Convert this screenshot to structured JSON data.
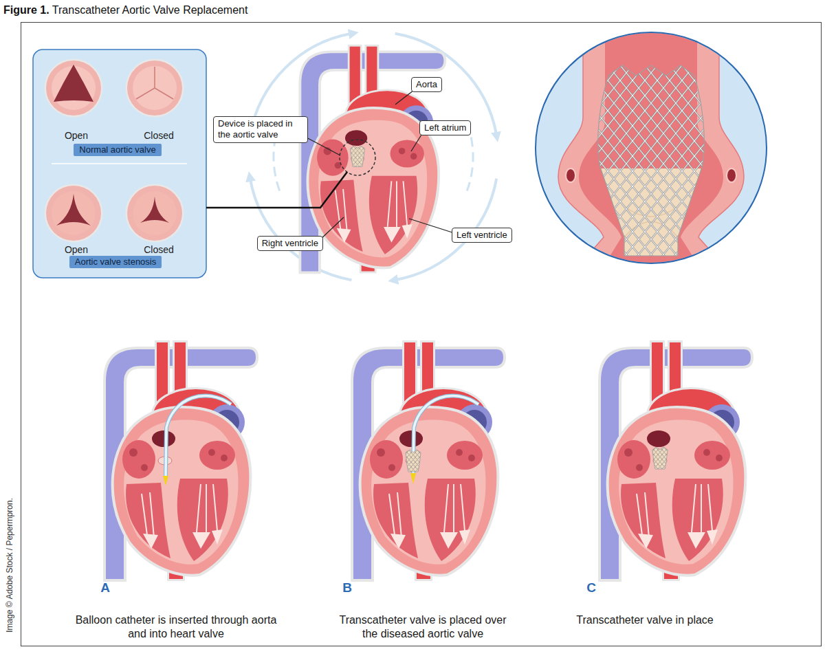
{
  "diagram": {
    "title": "Figure 1. Transcatheter Aortic Valve Replacement",
    "nodes": [
      {
        "text": [
          "Normal aortic valve"
        ]
      },
      {
        "text": [
          "Aortic valve stenosis"
        ]
      },
      {
        "text": [
          "Aorta"
        ]
      },
      {
        "text": [
          "Device is placed in the aortic valve"
        ]
      },
      {
        "text": [
          "Left atrium"
        ]
      },
      {
        "text": [
          "Right ventricle"
        ]
      },
      {
        "text": [
          "Left ventricle"
        ]
      }
    ],
    "labels": [
      "Open",
      "Closed",
      "Open",
      "Closed",
      "A",
      "B",
      "C",
      "Balloon catheter is inserted through aorta and into heart valve",
      "Transcatheter valve is placed over the diseased aortic valve",
      "Transcatheter valve in place",
      "Image © Adobe Stock / Pepermpron."
    ]
  }
}
